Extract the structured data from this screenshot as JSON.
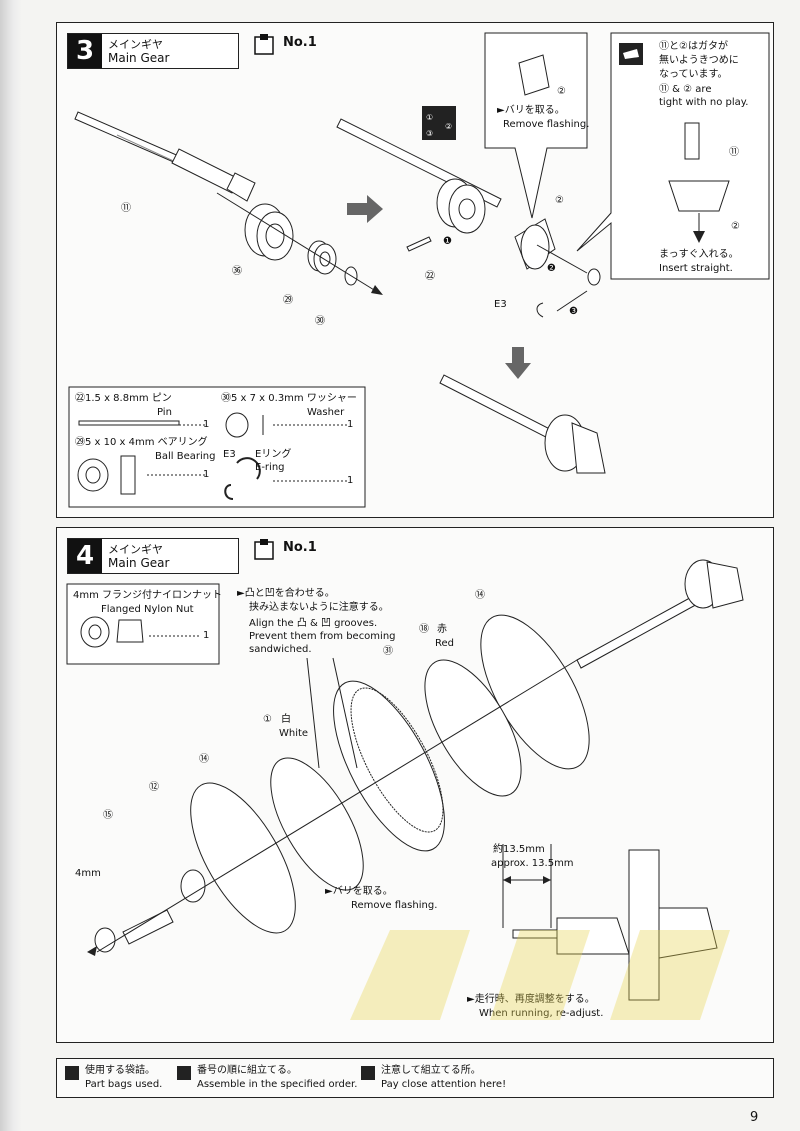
{
  "step3": {
    "number": "3",
    "title_jp": "メインギヤ",
    "title_en": "Main Gear",
    "bag": "No.1",
    "labels": {
      "p11": "⑪",
      "p36": "㊱",
      "p29": "㉙",
      "p30": "㉚",
      "p2a": "②",
      "p2b": "②",
      "p22": "㉒",
      "e3": "E3",
      "s1": "❶",
      "s2": "❷",
      "s3": "❸",
      "p11b": "⑪",
      "p2c": "②"
    },
    "flash_jp": "►バリを取る。",
    "flash_en": "Remove flashing.",
    "note_jp1": "⑪と②はガタが",
    "note_jp2": "無いようきつめに",
    "note_jp3": "なっています。",
    "note_en1": "⑪ & ② are",
    "note_en2": "tight with no play.",
    "straight_jp": "まっすぐ入れる。",
    "straight_en": "Insert straight.",
    "order_icon": "①→②→③",
    "parts": {
      "pin_jp": "㉒1.5 x 8.8mm ピン",
      "pin_en": "Pin",
      "pin_qty": "1",
      "washer_jp": "㉚5 x 7 x 0.3mm ワッシャー",
      "washer_en": "Washer",
      "washer_qty": "1",
      "bearing_jp": "㉙5 x 10 x 4mm ベアリング",
      "bearing_en": "Ball Bearing",
      "bearing_qty": "1",
      "eclip_code": "E3",
      "eclip_jp": "Eリング",
      "eclip_en": "E-ring",
      "eclip_qty": "1"
    }
  },
  "step4": {
    "number": "4",
    "title_jp": "メインギヤ",
    "title_en": "Main Gear",
    "bag": "No.1",
    "parts": {
      "nut_jp": "4mm フランジ付ナイロンナット",
      "nut_en": "Flanged Nylon Nut",
      "nut_qty": "1"
    },
    "align_jp1": "►凸と凹を合わせる。",
    "align_jp2": "挟み込まないように注意する。",
    "align_en1": "Align the 凸 & 凹 grooves.",
    "align_en2": "Prevent them from becoming",
    "align_en3": "sandwiched.",
    "labels": {
      "p81": "㉛",
      "p14a": "⑭",
      "p188": "⑱",
      "p1": "①",
      "p14b": "⑭",
      "p12": "⑫",
      "p15": "⑮",
      "nut": "4mm"
    },
    "red_jp": "赤",
    "red_en": "Red",
    "white_jp": "白",
    "white_en": "White",
    "flash_jp": "►バリを取る。",
    "flash_en": "Remove flashing.",
    "dim_jp": "約13.5mm",
    "dim_en": "approx. 13.5mm",
    "run_jp": "►走行時、再度調整をする。",
    "run_en": "When running, re-adjust."
  },
  "footer": {
    "bags_jp": "使用する袋詰。",
    "bags_en": "Part bags used.",
    "order_jp": "番号の順に組立てる。",
    "order_en": "Assemble in the specified order.",
    "attn_jp": "注意して組立てる所。",
    "attn_en": "Pay close attention here!"
  },
  "page_number": "9"
}
